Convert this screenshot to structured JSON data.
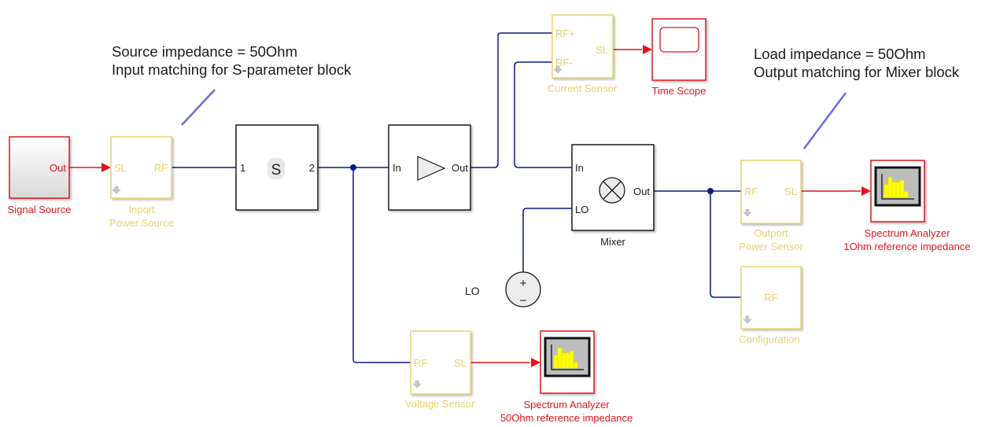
{
  "annotations": {
    "source_note": [
      "Source impedance = 50Ohm",
      "Input matching for S-parameter block"
    ],
    "load_note": [
      "Load impedance = 50Ohm",
      "Output matching for Mixer block"
    ]
  },
  "colors": {
    "signal_line": "#e0141b",
    "rf_line": "#0a1a8c",
    "annotation_line": "#6b6bd6",
    "rf_block": "#e8d06e",
    "source_sink_block": "#e0141b",
    "generic_block": "#1a1a1a"
  },
  "blocks": {
    "signal_source": {
      "label": "Signal Source",
      "port_out": "Out"
    },
    "inport": {
      "label_lines": [
        "Inport",
        "Power Source"
      ],
      "port_in": "SL",
      "port_out": "RF"
    },
    "sparam": {
      "glyph": "S",
      "port_in": "1",
      "port_out": "2"
    },
    "amplifier": {
      "port_in": "In",
      "port_out": "Out"
    },
    "current_sensor": {
      "label": "Current Sensor",
      "port_plus": "RF+",
      "port_minus": "RF-",
      "port_out": "SL"
    },
    "time_scope": {
      "label": "Time Scope"
    },
    "mixer": {
      "label": "Mixer",
      "port_in": "In",
      "port_lo": "LO",
      "port_out": "Out"
    },
    "lo_source": {
      "label": "LO",
      "plus": "+",
      "minus": "−"
    },
    "outport": {
      "label_lines": [
        "Outport",
        "Power Sensor"
      ],
      "port_in": "RF",
      "port_out": "SL"
    },
    "spectrum_1ohm": {
      "label_lines": [
        "Spectrum  Analyzer",
        "1Ohm reference impedance"
      ]
    },
    "configuration": {
      "label": "Configuration",
      "glyph": "RF"
    },
    "voltage_sensor": {
      "label": "Voltage Sensor",
      "port_in": "RF",
      "port_out": "SL"
    },
    "spectrum_50ohm": {
      "label_lines": [
        "Spectrum  Analyzer",
        "50Ohm reference impedance"
      ]
    }
  },
  "spectrum_bars": [
    0.55,
    0.85,
    0.65,
    0.65,
    0.72,
    0.25
  ]
}
